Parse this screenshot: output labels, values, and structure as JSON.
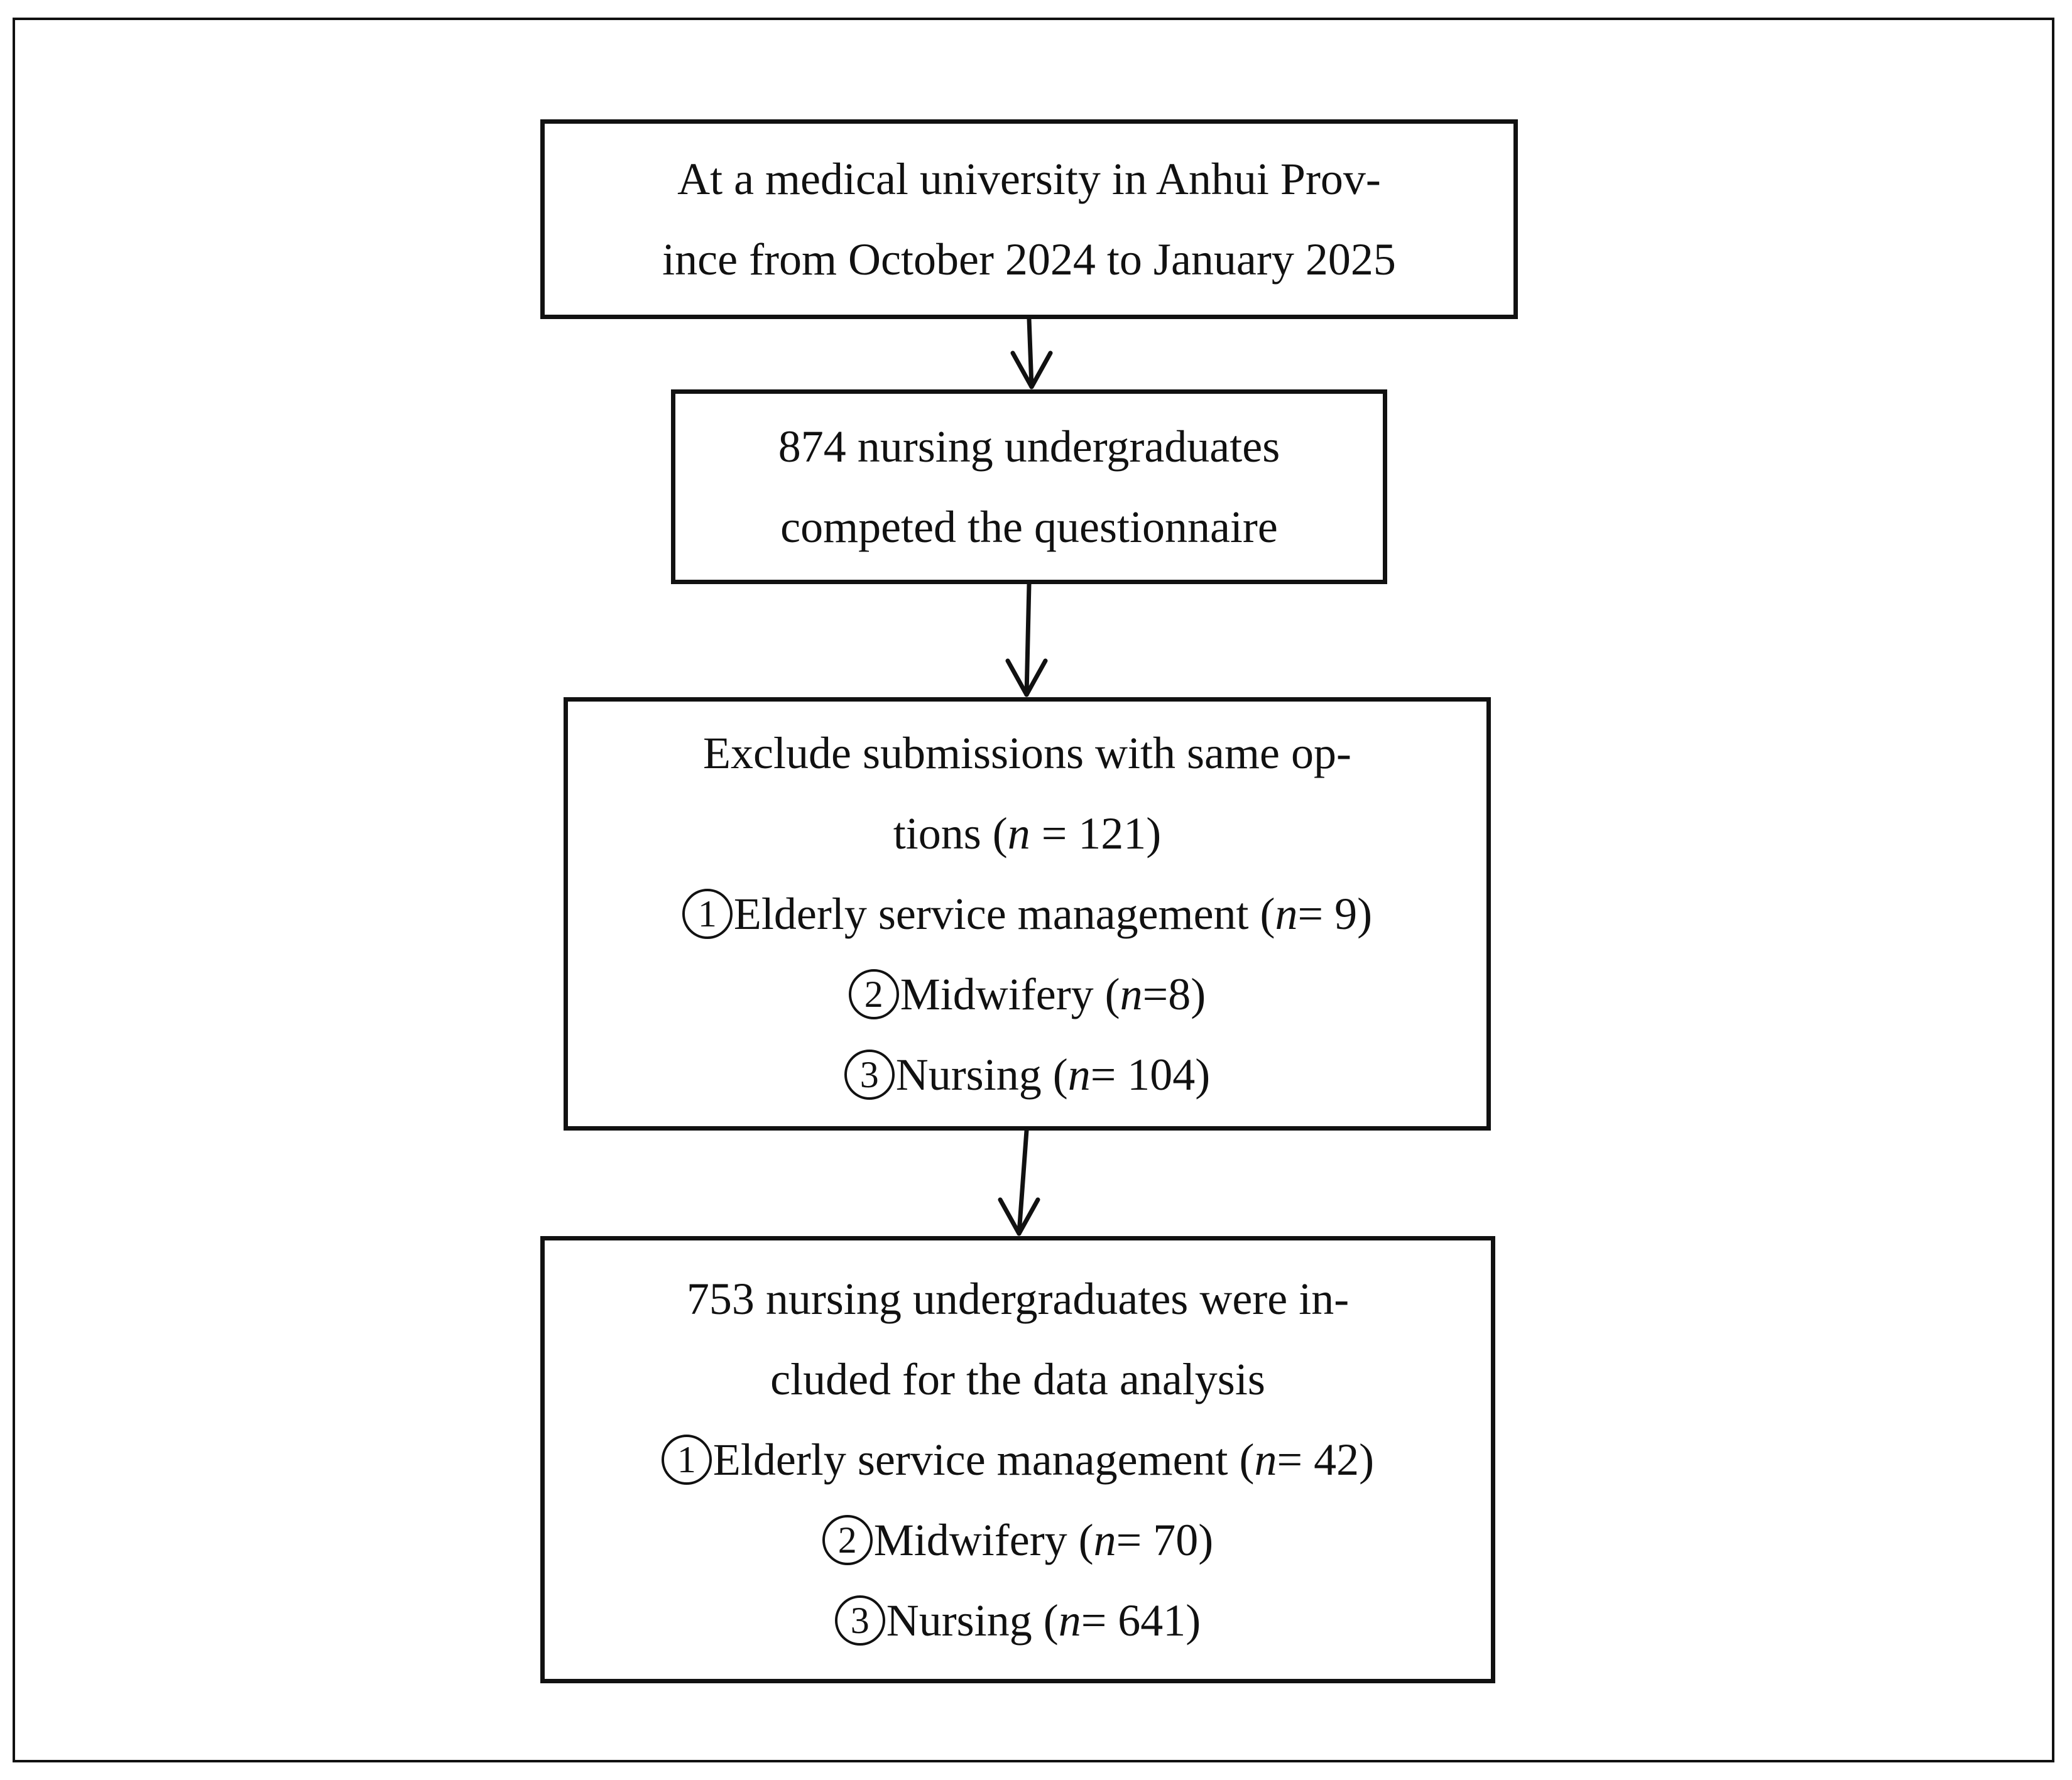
{
  "boxes": {
    "setting": {
      "lines": [
        "At a medical university in Anhui Prov-",
        "ince from October 2024 to January 2025"
      ]
    },
    "completed": {
      "lines": [
        "874 nursing undergraduates",
        "competed the questionnaire"
      ]
    },
    "excluded": {
      "lines": [
        "Exclude submissions with same op-"
      ],
      "count_prefix": "tions (",
      "n_var": "n",
      "count_suffix": " = 121)",
      "items": [
        {
          "marker": "1",
          "label": "Elderly service management (",
          "n": "n",
          "value": " = 9)"
        },
        {
          "marker": "2",
          "label": "Midwifery (",
          "n": "n",
          "value": "=8)"
        },
        {
          "marker": "3",
          "label": "Nursing (",
          "n": "n",
          "value": " = 104)"
        }
      ]
    },
    "included": {
      "lines": [
        "753 nursing undergraduates were in-",
        "cluded for the data analysis"
      ],
      "items": [
        {
          "marker": "1",
          "label": "Elderly service management (",
          "n": "n",
          "value": " = 42)"
        },
        {
          "marker": "2",
          "label": "Midwifery (",
          "n": "n",
          "value": " = 70)"
        },
        {
          "marker": "3",
          "label": "Nursing (",
          "n": "n",
          "value": " = 641)"
        }
      ]
    }
  }
}
